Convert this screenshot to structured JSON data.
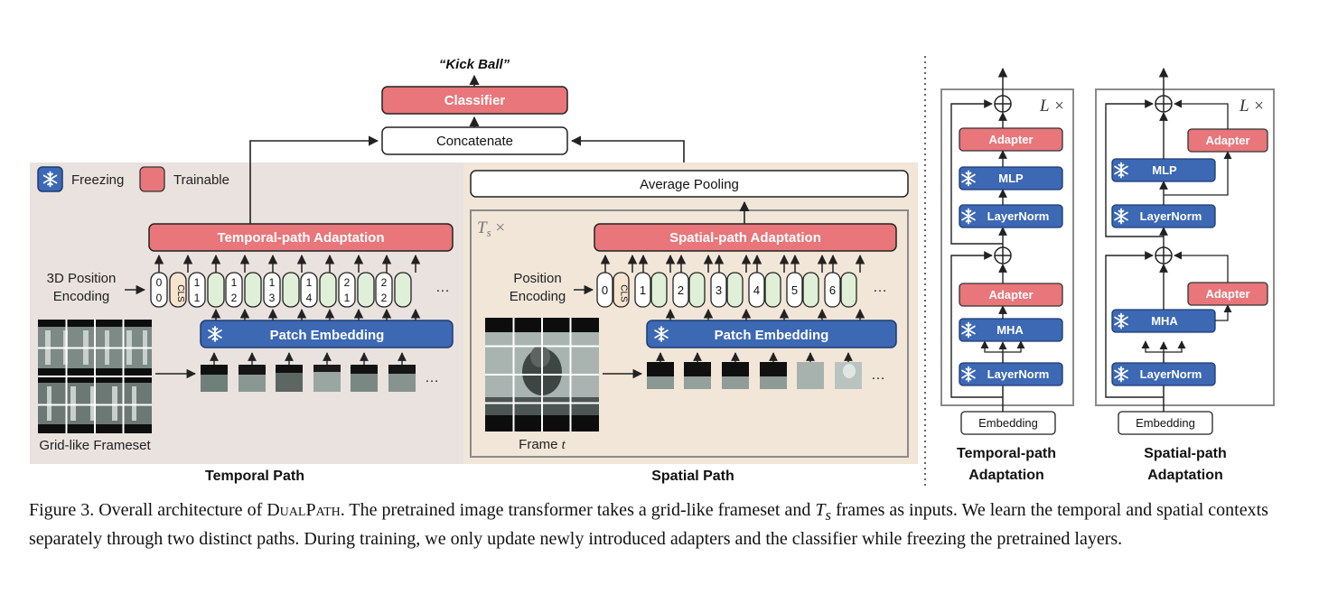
{
  "output_label": "“Kick Ball”",
  "classifier": "Classifier",
  "concatenate": "Concatenate",
  "legend": {
    "freezing": "Freezing",
    "trainable": "Trainable"
  },
  "temporal": {
    "adaptation": "Temporal-path Adaptation",
    "pos_label_1": "3D Position",
    "pos_label_2": "Encoding",
    "patch_embedding": "Patch Embedding",
    "frameset_label": "Grid-like Frameset",
    "path_label": "Temporal Path",
    "tokens": [
      [
        "0",
        "0"
      ],
      [
        "CLS",
        ""
      ],
      [
        "1",
        "1"
      ],
      [
        "",
        ""
      ],
      [
        "1",
        "2"
      ],
      [
        "",
        ""
      ],
      [
        "1",
        "3"
      ],
      [
        "",
        ""
      ],
      [
        "1",
        "4"
      ],
      [
        "",
        ""
      ],
      [
        "2",
        "1"
      ],
      [
        "",
        ""
      ],
      [
        "2",
        "2"
      ],
      [
        "",
        ""
      ]
    ],
    "ellipsis": "…"
  },
  "spatial": {
    "average_pooling": "Average Pooling",
    "repeat_prefix": "T",
    "repeat_sub": "s",
    "repeat_suffix": " ×",
    "adaptation": "Spatial-path Adaptation",
    "pos_label_1": "Position",
    "pos_label_2": "Encoding",
    "patch_embedding": "Patch Embedding",
    "frame_label": "Frame ",
    "frame_var": "t",
    "path_label": "Spatial Path",
    "tokens": [
      "0",
      "CLS",
      "1",
      "",
      "2",
      "",
      "3",
      "",
      "4",
      "",
      "5",
      "",
      "6",
      ""
    ],
    "ellipsis": "…"
  },
  "blocks": {
    "repeat": "L ×",
    "adapter": "Adapter",
    "mlp": "MLP",
    "layernorm": "LayerNorm",
    "mha": "MHA",
    "embedding": "Embedding",
    "temporal_title_1": "Temporal-path",
    "temporal_title_2": "Adaptation",
    "spatial_title_1": "Spatial-path",
    "spatial_title_2": "Adaptation"
  },
  "caption": {
    "fig": "Figure 3. Overall architecture of ",
    "name": "DualPath",
    "p1": ". The pretrained image transformer takes a grid-like frameset and ",
    "ts_var": "T",
    "ts_sub": "s",
    "p2": " frames as inputs. We learn the temporal and spatial contexts separately through two distinct paths. During training, we only update newly introduced adapters and the classifier while freezing the pretrained layers."
  },
  "colors": {
    "trainable": "#e8767a",
    "frozen": "#3c68b4",
    "temporal_bg": "#e9e2df",
    "spatial_bg": "#f1e6d8"
  }
}
